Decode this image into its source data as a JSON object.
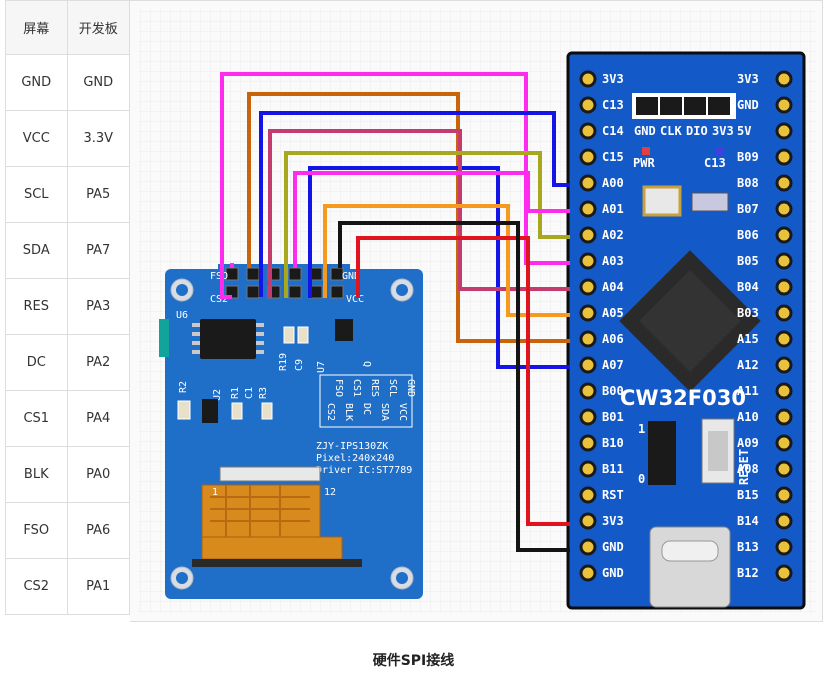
{
  "table": {
    "headers": [
      "屏幕",
      "开发板"
    ],
    "rows": [
      [
        "GND",
        "GND"
      ],
      [
        "VCC",
        "3.3V"
      ],
      [
        "SCL",
        "PA5"
      ],
      [
        "SDA",
        "PA7"
      ],
      [
        "RES",
        "PA3"
      ],
      [
        "DC",
        "PA2"
      ],
      [
        "CS1",
        "PA4"
      ],
      [
        "BLK",
        "PA0"
      ],
      [
        "FSO",
        "PA6"
      ],
      [
        "CS2",
        "PA1"
      ]
    ]
  },
  "lcd": {
    "pin_labels_top": [
      "FSO",
      "GND"
    ],
    "pin_labels_bottom": [
      "CS2",
      "VCC"
    ],
    "silk_col1": [
      "GND",
      "SCL",
      "RES",
      "CS1",
      "FSO"
    ],
    "silk_col2": [
      "VCC",
      "SDA",
      "DC",
      "BLK",
      "CS2"
    ],
    "model": "ZJY-IPS130ZK",
    "pixel": "Pixel:240x240",
    "driver": "Driver IC:ST7789",
    "ref_u6": "U6",
    "ref_u7": "U7",
    "ref_u2": "U2",
    "ref_r2": "R2",
    "ref_c1": "C1",
    "ref_r1": "R1",
    "ref_r3": "R3",
    "ref_r19": "R19",
    "ref_c9": "C9",
    "ref_q": "Q",
    "fpc_1": "1",
    "fpc_12": "12"
  },
  "board": {
    "name": "CW32F030",
    "left_pins": [
      "3V3",
      "C13",
      "C14",
      "C15",
      "A00",
      "A01",
      "A02",
      "A03",
      "A04",
      "A05",
      "A06",
      "A07",
      "B00",
      "B01",
      "B10",
      "B11",
      "RST",
      "3V3",
      "GND",
      "GND"
    ],
    "right_pins": [
      "3V3",
      "GND",
      "5V",
      "B09",
      "B08",
      "B07",
      "B06",
      "B05",
      "B04",
      "B03",
      "A15",
      "A12",
      "A11",
      "A10",
      "A09",
      "A08",
      "B15",
      "B14",
      "B13",
      "B12"
    ],
    "header_labels": [
      "GND",
      "CLK",
      "DIO",
      "3V3"
    ],
    "pwr_label": "PWR",
    "c13_label": "C13",
    "reset_label": "RESET",
    "jumper_1": "1",
    "jumper_0": "0"
  },
  "caption": "硬件SPI接线",
  "colors": {
    "pcb_blue": "#1f6fc9",
    "board_blue": "#1459c8",
    "wire_magenta": "#ff2cf0",
    "wire_orange_brown": "#c8640a",
    "wire_blue": "#1414e6",
    "wire_maroon": "#c43c6e",
    "wire_olive": "#a8a81e",
    "wire_orange": "#f59a1e",
    "wire_red": "#e0141e",
    "wire_black": "#141414"
  }
}
